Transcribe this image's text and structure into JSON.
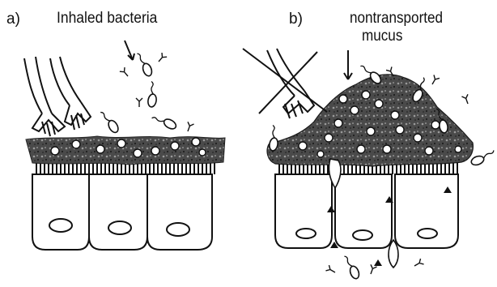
{
  "panels": {
    "a": {
      "letter": "a)",
      "annotation": "Inhaled bacteria"
    },
    "b": {
      "letter": "b)",
      "annotation_line1": "nontransported",
      "annotation_line2": "mucus"
    }
  },
  "colors": {
    "ink": "#111111",
    "mucus": "#5a5a5a",
    "mucus_dark": "#2e2e2e",
    "background": "#ffffff"
  },
  "icons": [
    "bacterium-icon",
    "cilium-icon",
    "arrow-icon",
    "cross-out-icon",
    "defensin-triangle-icon"
  ]
}
